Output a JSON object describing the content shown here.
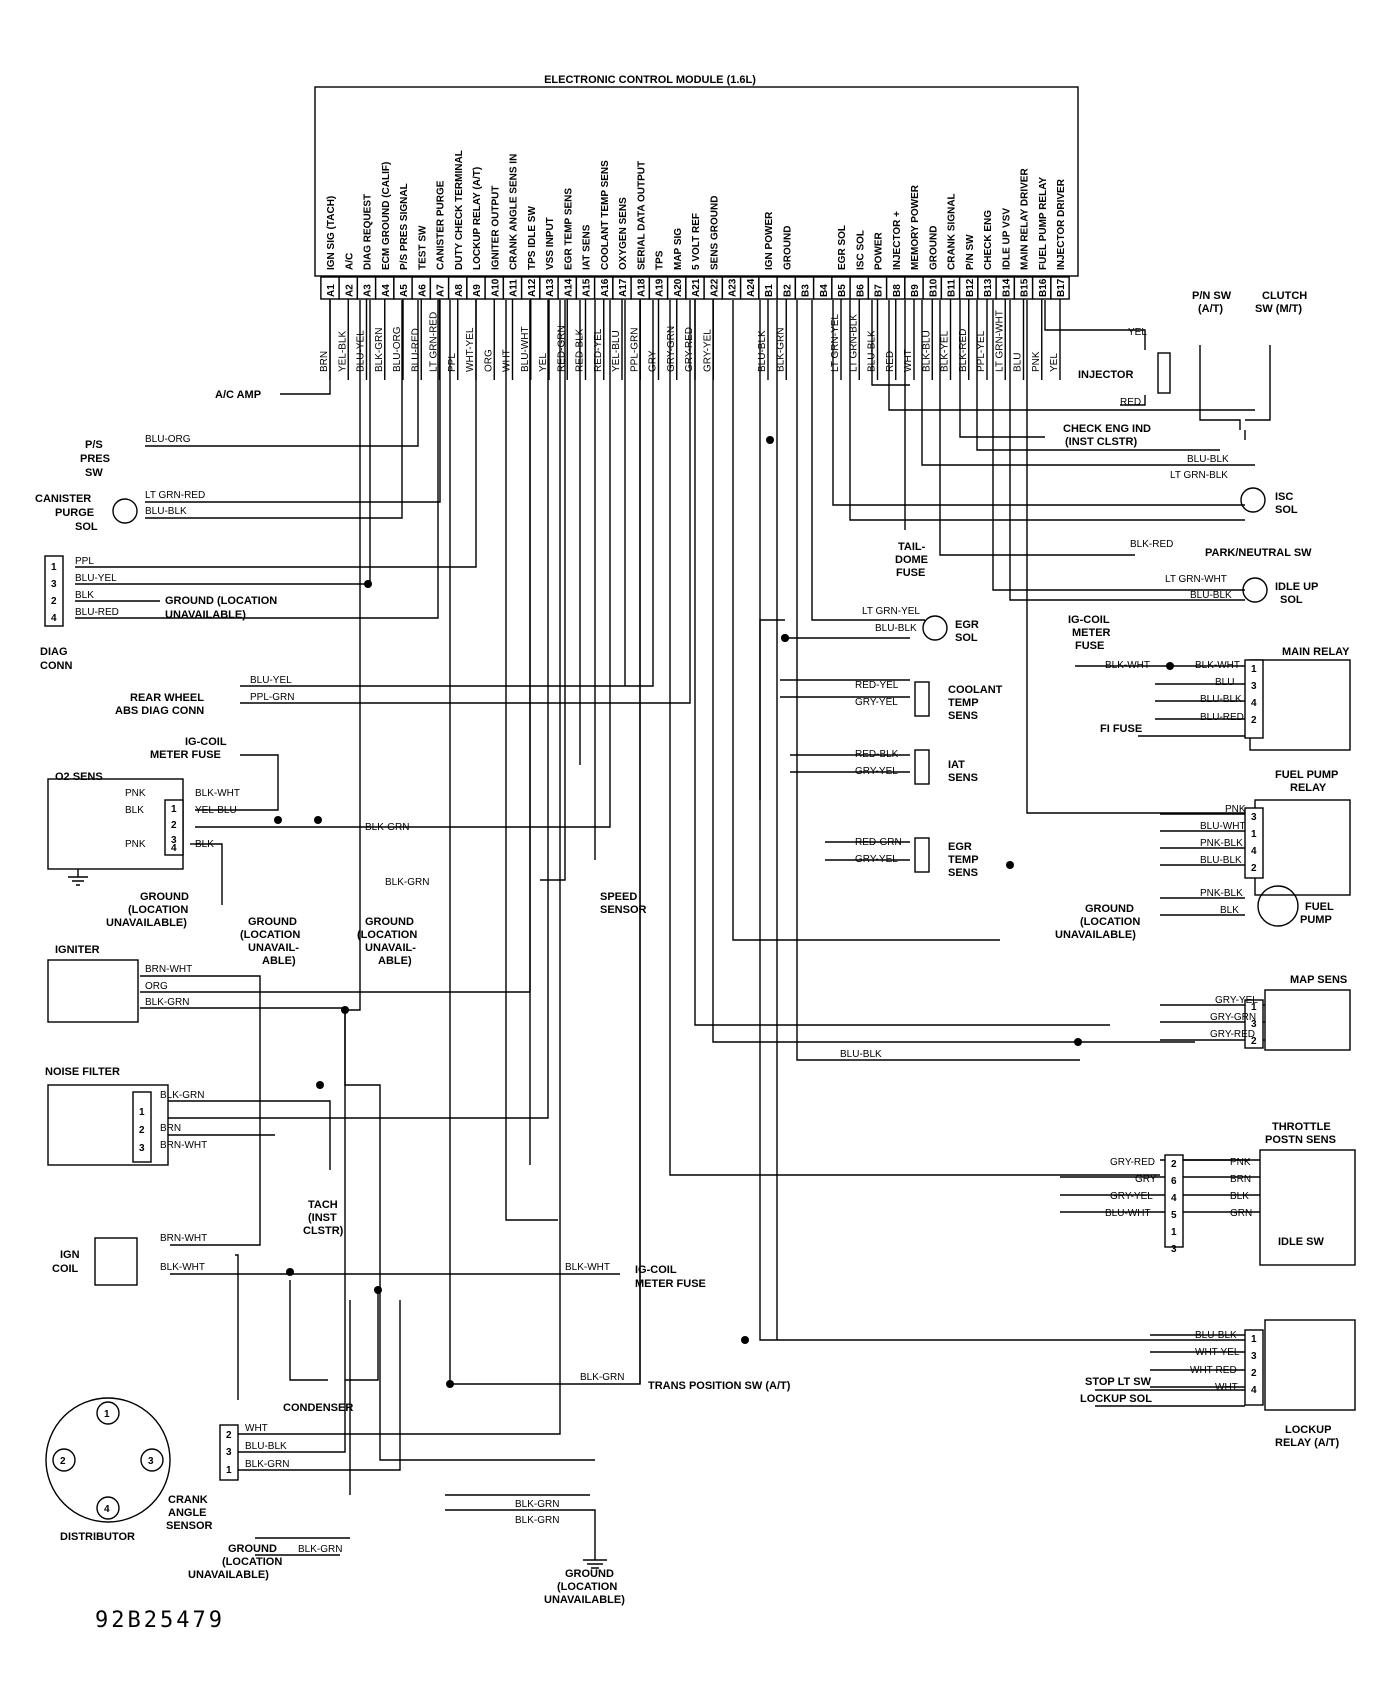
{
  "ecm": {
    "title": "ELECTRONIC CONTROL MODULE (1.6L)",
    "pins": [
      {
        "id": "A1",
        "label": "IGN SIG (TACH)",
        "wire": "BRN"
      },
      {
        "id": "A2",
        "label": "A/C",
        "wire": "YEL-BLK"
      },
      {
        "id": "A3",
        "label": "DIAG REQUEST",
        "wire": "BLU-YEL"
      },
      {
        "id": "A4",
        "label": "ECM GROUND (CALIF)",
        "wire": "BLK-GRN"
      },
      {
        "id": "A5",
        "label": "P/S PRES SIGNAL",
        "wire": "BLU-ORG"
      },
      {
        "id": "A6",
        "label": "TEST SW",
        "wire": "BLU-RED"
      },
      {
        "id": "A7",
        "label": "CANISTER PURGE",
        "wire": "LT GRN-RED"
      },
      {
        "id": "A8",
        "label": "DUTY CHECK TERMINAL",
        "wire": "PPL"
      },
      {
        "id": "A9",
        "label": "LOCKUP RELAY (A/T)",
        "wire": "WHT-YEL"
      },
      {
        "id": "A10",
        "label": "IGNITER OUTPUT",
        "wire": "ORG"
      },
      {
        "id": "A11",
        "label": "CRANK ANGLE SENS IN",
        "wire": "WHT"
      },
      {
        "id": "A12",
        "label": "TPS IDLE SW",
        "wire": "BLU-WHT"
      },
      {
        "id": "A13",
        "label": "VSS INPUT",
        "wire": "YEL"
      },
      {
        "id": "A14",
        "label": "EGR TEMP SENS",
        "wire": "RED-GRN"
      },
      {
        "id": "A15",
        "label": "IAT SENS",
        "wire": "RED-BLK"
      },
      {
        "id": "A16",
        "label": "COOLANT TEMP SENS",
        "wire": "RED-YEL"
      },
      {
        "id": "A17",
        "label": "OXYGEN SENS",
        "wire": "YEL-BLU"
      },
      {
        "id": "A18",
        "label": "SERIAL DATA OUTPUT",
        "wire": "PPL-GRN"
      },
      {
        "id": "A19",
        "label": "TPS",
        "wire": "GRY"
      },
      {
        "id": "A20",
        "label": "MAP SIG",
        "wire": "GRY-GRN"
      },
      {
        "id": "A21",
        "label": "5 VOLT REF",
        "wire": "GRY-RED"
      },
      {
        "id": "A22",
        "label": "SENS GROUND",
        "wire": "GRY-YEL"
      },
      {
        "id": "A23",
        "label": "",
        "wire": ""
      },
      {
        "id": "A24",
        "label": "",
        "wire": ""
      },
      {
        "id": "B1",
        "label": "IGN POWER",
        "wire": "BLU-BLK"
      },
      {
        "id": "B2",
        "label": "GROUND",
        "wire": "BLK-GRN"
      },
      {
        "id": "B3",
        "label": "",
        "wire": ""
      },
      {
        "id": "B4",
        "label": "",
        "wire": ""
      },
      {
        "id": "B5",
        "label": "EGR SOL",
        "wire": "LT GRN-YEL"
      },
      {
        "id": "B6",
        "label": "ISC SOL",
        "wire": "LT GRN-BLK"
      },
      {
        "id": "B7",
        "label": "POWER",
        "wire": "BLU-BLK"
      },
      {
        "id": "B8",
        "label": "INJECTOR +",
        "wire": "RED"
      },
      {
        "id": "B9",
        "label": "MEMORY POWER",
        "wire": "WHT"
      },
      {
        "id": "B10",
        "label": "GROUND",
        "wire": "BLK-BLU"
      },
      {
        "id": "B11",
        "label": "CRANK SIGNAL",
        "wire": "BLK-YEL"
      },
      {
        "id": "B12",
        "label": "P/N SW",
        "wire": "BLK-RED"
      },
      {
        "id": "B13",
        "label": "CHECK ENG",
        "wire": "PPL-YEL"
      },
      {
        "id": "B14",
        "label": "IDLE UP VSV",
        "wire": "LT GRN-WHT"
      },
      {
        "id": "B15",
        "label": "MAIN RELAY DRIVER",
        "wire": "BLU"
      },
      {
        "id": "B16",
        "label": "FUEL PUMP RELAY",
        "wire": "PNK"
      },
      {
        "id": "B17",
        "label": "INJECTOR DRIVER",
        "wire": "YEL"
      }
    ]
  },
  "components": {
    "ac_amp": "A/C AMP",
    "ps_pres_sw": [
      "P/S",
      "PRES",
      "SW"
    ],
    "canister": [
      "CANISTER",
      "PURGE",
      "SOL"
    ],
    "diag_conn": [
      "DIAG",
      "CONN"
    ],
    "ground_unavail_1": [
      "GROUND (LOCATION",
      "UNAVAILABLE)"
    ],
    "rear_wheel": [
      "REAR WHEEL",
      "ABS DIAG CONN"
    ],
    "ig_coil_fuse": [
      "IG-COIL",
      "METER FUSE"
    ],
    "o2_sens": "O2 SENS",
    "ground_o2": [
      "GROUND",
      "(LOCATION",
      "UNAVAILABLE)"
    ],
    "ground_mid1": [
      "GROUND",
      "(LOCATION",
      "UNAVAIL-",
      "ABLE)"
    ],
    "ground_mid2": [
      "GROUND",
      "(LOCATION",
      "UNAVAIL-",
      "ABLE)"
    ],
    "speed_sensor": [
      "SPEED",
      "SENSOR"
    ],
    "igniter": "IGNITER",
    "noise_filter": "NOISE FILTER",
    "tach": [
      "TACH",
      "(INST",
      "CLSTR)"
    ],
    "ign_coil": [
      "IGN",
      "COIL"
    ],
    "ig_coil_fuse2": [
      "IG-COIL",
      "METER FUSE"
    ],
    "condenser": "CONDENSER",
    "trans_pos": "TRANS POSITION SW (A/T)",
    "distributor": "DISTRIBUTOR",
    "crank_angle": [
      "CRANK",
      "ANGLE",
      "SENSOR"
    ],
    "ground_bottom_left": [
      "GROUND",
      "(LOCATION",
      "UNAVAILABLE)"
    ],
    "ground_bottom": [
      "GROUND",
      "(LOCATION",
      "UNAVAILABLE)"
    ],
    "pn_sw": [
      "P/N SW",
      "(A/T)"
    ],
    "clutch_sw": [
      "CLUTCH",
      "SW (M/T)"
    ],
    "injector": "INJECTOR",
    "check_eng": [
      "CHECK ENG IND",
      "(INST CLSTR)"
    ],
    "isc_sol": [
      "ISC",
      "SOL"
    ],
    "tail_dome": [
      "TAIL-",
      "DOME",
      "FUSE"
    ],
    "park_neutral": "PARK/NEUTRAL SW",
    "idle_up": [
      "IDLE UP",
      "SOL"
    ],
    "egr_sol": [
      "EGR",
      "SOL"
    ],
    "ig_coil_fuse3": [
      "IG-COIL",
      "METER",
      "FUSE"
    ],
    "main_relay": "MAIN RELAY",
    "fi_fuse": "FI FUSE",
    "coolant": [
      "COOLANT",
      "TEMP",
      "SENS"
    ],
    "iat": [
      "IAT",
      "SENS"
    ],
    "egr_temp": [
      "EGR",
      "TEMP",
      "SENS"
    ],
    "fuel_pump_relay": [
      "FUEL PUMP",
      "RELAY"
    ],
    "ground_right": [
      "GROUND",
      "(LOCATION",
      "UNAVAILABLE)"
    ],
    "fuel_pump": [
      "FUEL",
      "PUMP"
    ],
    "map_sens": "MAP SENS",
    "throttle": [
      "THROTTLE",
      "POSTN SENS"
    ],
    "idle_sw": "IDLE SW",
    "stop_lt": "STOP LT SW",
    "lockup_sol": "LOCKUP SOL",
    "lockup_relay": [
      "LOCKUP",
      "RELAY (A/T)"
    ]
  },
  "wire_labels": {
    "blu_org": "BLU-ORG",
    "lt_grn_red": "LT GRN-RED",
    "blu_blk": "BLU-BLK",
    "ppl": "PPL",
    "blu_yel": "BLU-YEL",
    "blk": "BLK",
    "blu_red": "BLU-RED",
    "ppl_grn": "PPL-GRN",
    "blk_wht": "BLK-WHT",
    "yel_blu": "YEL-BLU",
    "pnk": "PNK",
    "blk_grn": "BLK-GRN",
    "brn_wht": "BRN-WHT",
    "org": "ORG",
    "brn": "BRN",
    "wht": "WHT",
    "yel": "YEL",
    "red": "RED",
    "blk_yel": "BLK-YEL",
    "blk_red": "BLK-RED",
    "lt_grn_blk": "LT GRN-BLK",
    "lt_grn_wht": "LT GRN-WHT",
    "lt_grn_yel": "LT GRN-YEL",
    "blu": "BLU",
    "red_yel": "RED-YEL",
    "gry_yel": "GRY-YEL",
    "red_blk": "RED-BLK",
    "red_grn": "RED-GRN",
    "pnk_blk": "PNK-BLK",
    "gry_grn": "GRY-GRN",
    "gry_red": "GRY-RED",
    "gry": "GRY",
    "blu_wht": "BLU-WHT",
    "wht_yel": "WHT-YEL",
    "wht_red": "WHT-RED",
    "grn": "GRN"
  },
  "figure_code": "92B25479",
  "ground_unavail_2": [
    "GROUND (LOCATION",
    "UNAVAILABLE)"
  ]
}
